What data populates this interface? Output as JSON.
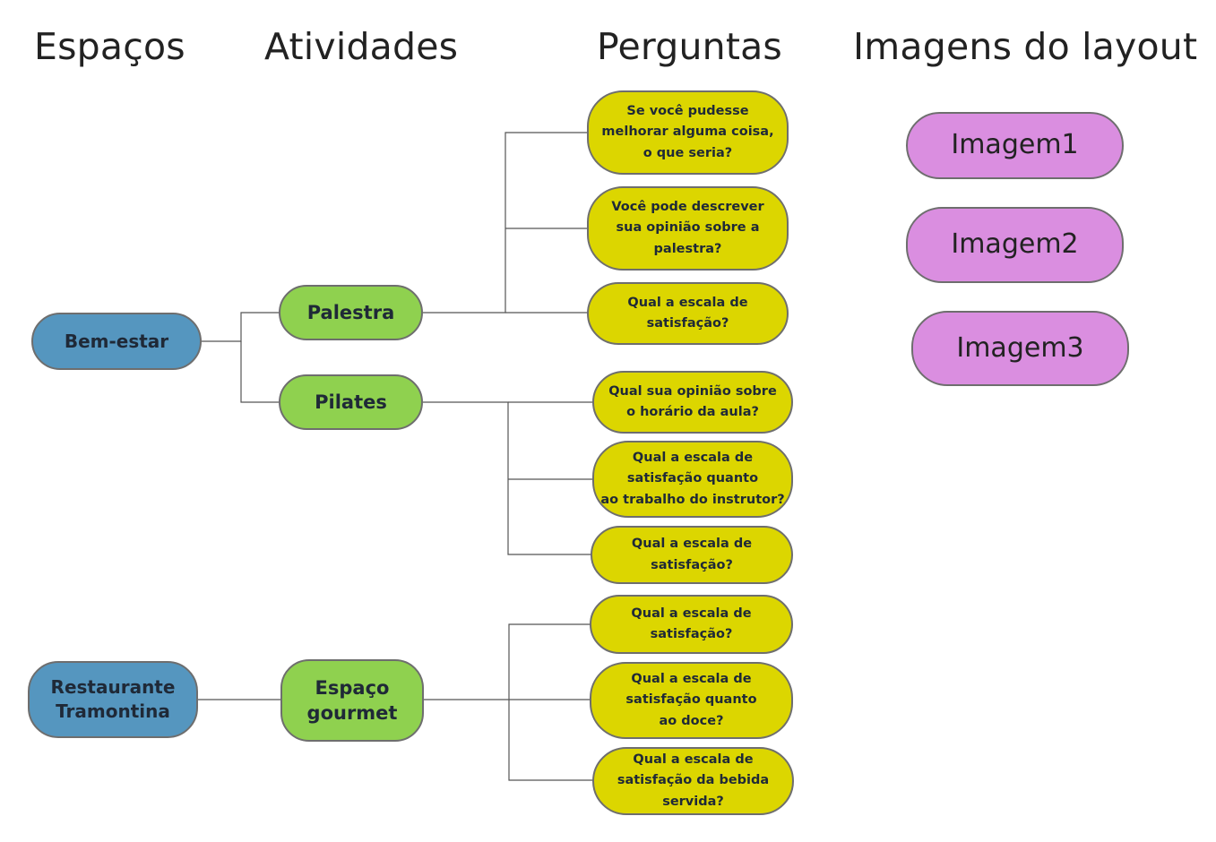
{
  "headers": {
    "spaces": "Espaços",
    "activities": "Atividades",
    "questions": "Perguntas",
    "images": "Imagens do layout"
  },
  "spaces": [
    "Bem-estar",
    "Restaurante\nTramontina"
  ],
  "activities": [
    "Palestra",
    "Pilates",
    "Espaço\ngourmet"
  ],
  "questions": {
    "palestra": [
      "Se você pudesse\nmelhorar alguma coisa,\no que seria?",
      "Você pode descrever\nsua opinião sobre a\npalestra?",
      "Qual a escala de\nsatisfação?"
    ],
    "pilates": [
      "Qual sua opinião sobre\no horário da aula?",
      "Qual a escala de\nsatisfação quanto\nao trabalho do instrutor?",
      "Qual a escala de\nsatisfação?"
    ],
    "gourmet": [
      "Qual a escala de\nsatisfação?",
      "Qual a escala de\nsatisfação quanto\nao doce?",
      "Qual a escala de\nsatisfação da bebida\nservida?"
    ]
  },
  "images": [
    "Imagem1",
    "Imagem2",
    "Imagem3"
  ],
  "colors": {
    "space": "#5596bf",
    "activity": "#8fd14f",
    "question": "#dcd600",
    "image": "#da8ee0",
    "connector": "#555555"
  }
}
